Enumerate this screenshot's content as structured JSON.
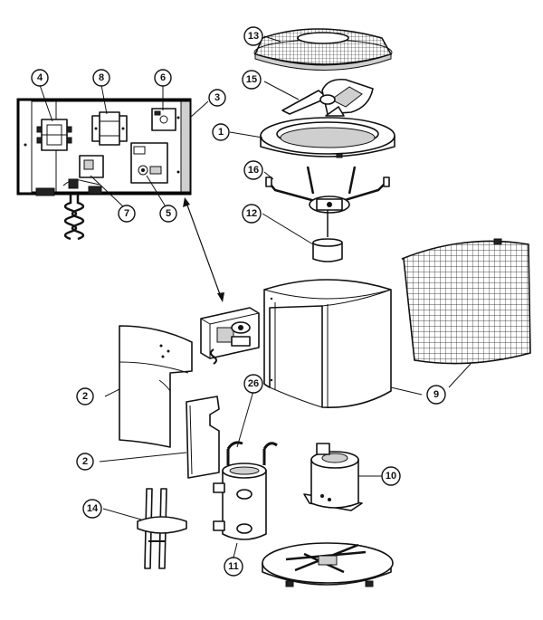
{
  "diagram": {
    "callouts": [
      "1",
      "2",
      "2",
      "3",
      "4",
      "5",
      "6",
      "7",
      "8",
      "9",
      "10",
      "11",
      "12",
      "13",
      "14",
      "15",
      "16",
      "26"
    ]
  }
}
